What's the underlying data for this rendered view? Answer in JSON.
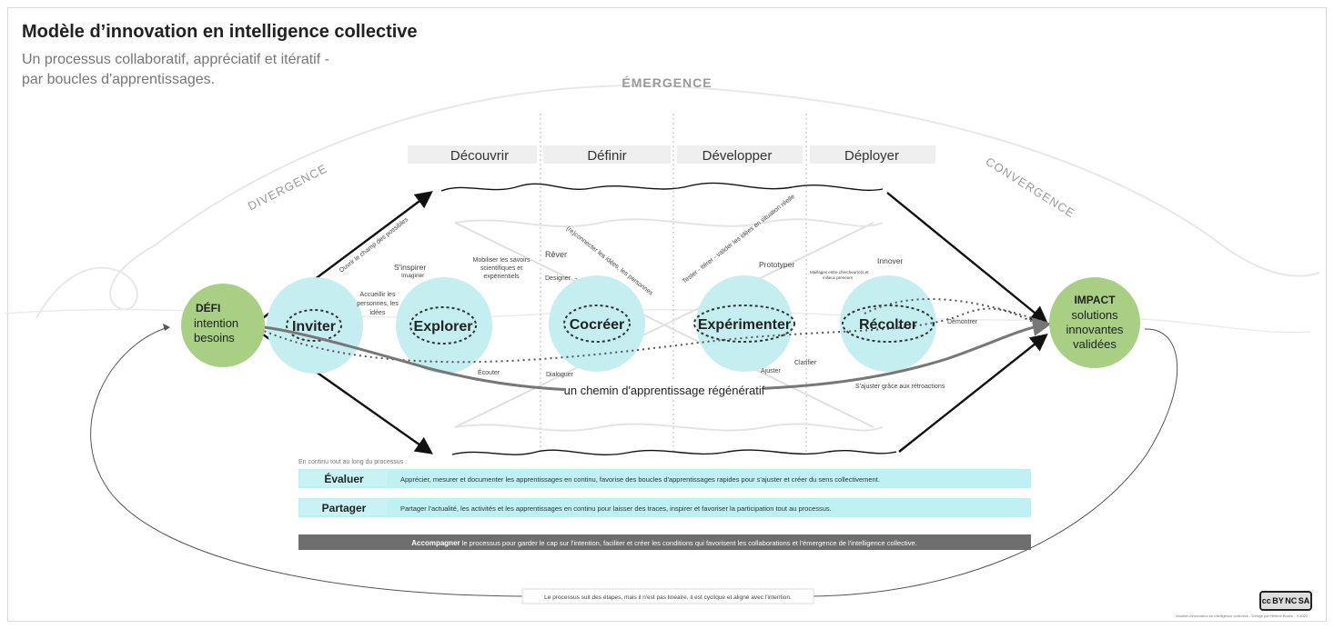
{
  "title": "Modèle d’innovation en intelligence collective",
  "subtitle_line1": "Un processus collaboratif, appréciatif et itératif -",
  "subtitle_line2": "par boucles d'apprentissages.",
  "zones": {
    "divergence": "DIVERGENCE",
    "emergence": "ÉMERGENCE",
    "convergence": "CONVERGENCE"
  },
  "phases": [
    "Découvrir",
    "Définir",
    "Développer",
    "Déployer"
  ],
  "defi": {
    "title": "DÉFI",
    "line1": "intention",
    "line2": "besoins"
  },
  "impact": {
    "title": "IMPACT",
    "line1": "solutions",
    "line2": "innovantes",
    "line3": "validées"
  },
  "steps": [
    "Inviter",
    "Explorer",
    "Cocréer",
    "Expérimenter",
    "Récolter"
  ],
  "annotations": {
    "ouvrir": "Ouvrir le champ des possibles",
    "accueillir1": "Accueillir les",
    "accueillir2": "personnes, les",
    "accueillir3": "idées",
    "sinspirer": "S'inspirer",
    "imaginer": "Imaginer",
    "mobiliser1": "Mobiliser les savoirs",
    "mobiliser2": "scientifiques et",
    "mobiliser3": "expérientiels",
    "ecouter": "Écouter",
    "rever": "Rêver",
    "designer": "Designer →",
    "reconnecter": "(re)connecter les idées, les personnes",
    "dialoguer": "Dialoguer",
    "tester": "Tester - itérer - valider les idées en situation réelle",
    "prototyper": "Prototyper",
    "maillages1": "Maillages entre chercheur(e)s et",
    "maillages2": "milieux preneurs",
    "clarifier": "Clarifier",
    "ajuster": "Ajuster",
    "innover": "Innover",
    "demontrer": "Démontrer",
    "sajuster": "S'ajuster grâce aux rétroactions"
  },
  "chemin": "un chemin d'apprentissage régénératif",
  "continu_label": "En continu tout au long du processus :",
  "evaluer": {
    "label": "Évaluer",
    "text": "Apprécier, mesurer et documenter les apprentissages en continu, favorise des boucles d'apprentissages rapides pour s'ajuster et créer du sens collectivement."
  },
  "partager": {
    "label": "Partager",
    "text": "Partager l'actualité, les activités et les apprentissages en continu pour laisser des traces, inspirer et favoriser la participation tout au processus."
  },
  "accompagner": {
    "bold": "Accompagner",
    "text": " le processus pour garder le cap sur l'intention, faciliter et créer les conditions qui favorisent les collaborations et l'émergence de l'intelligence collective."
  },
  "footer_note": "Le processus suit des étapes, mais il n'est pas linéaire, il est cyclique et aligné avec l'intention.",
  "credit": "Modèle d'innovation en intelligence collective - Design par Hélène Brown - V.2022",
  "license": {
    "cc": "cc",
    "by": "BY",
    "nc": "NC",
    "sa": "SA"
  },
  "colors": {
    "green": "#a8cf84",
    "cyan": "#c4eef0",
    "band": "#bff0f3",
    "dark_bar": "#6e6e6e",
    "phase_bg": "#efefef"
  }
}
